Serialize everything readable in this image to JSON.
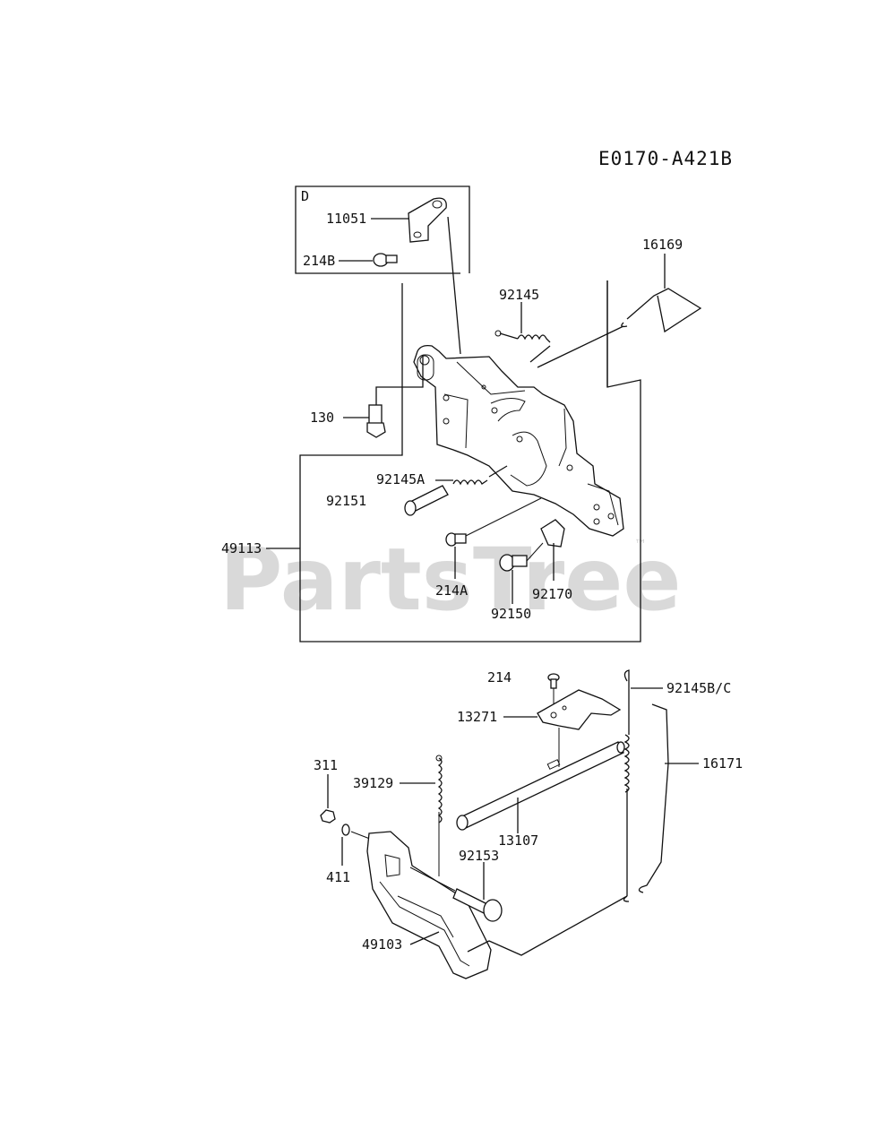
{
  "diagram_code": "E0170-A421B",
  "watermark": {
    "brand": "PartsTree",
    "tm": "™"
  },
  "inset_letter": "D",
  "labels": {
    "p11051": "11051",
    "p214B": "214B",
    "p16169": "16169",
    "p92145": "92145",
    "p130": "130",
    "p92145A": "92145A",
    "p92151": "92151",
    "p49113": "49113",
    "p214A": "214A",
    "p92170": "92170",
    "p92150": "92150",
    "p214": "214",
    "p92145BC": "92145B/C",
    "p13271": "13271",
    "p16171": "16171",
    "p311": "311",
    "p39129": "39129",
    "p13107": "13107",
    "p411": "411",
    "p92153": "92153",
    "p49103": "49103"
  }
}
